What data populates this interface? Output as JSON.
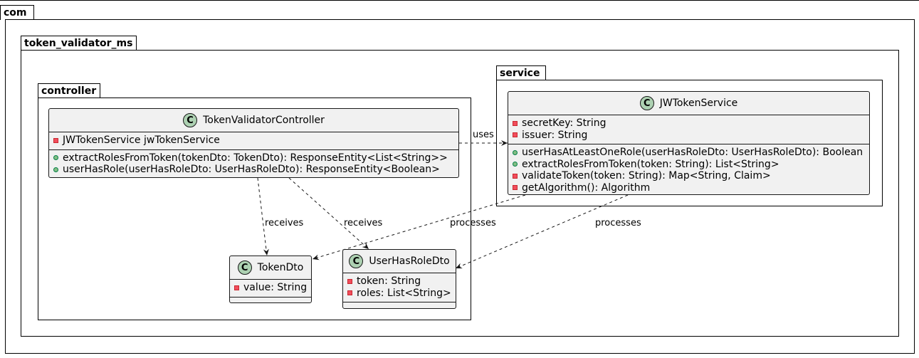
{
  "packages": {
    "com": "com",
    "token_validator_ms": "token_validator_ms",
    "controller": "controller",
    "service": "service"
  },
  "classes": {
    "controller": {
      "name": "TokenValidatorController",
      "fields": [
        {
          "vis": "private",
          "text": "JWTokenService jwTokenService"
        }
      ],
      "methods": [
        {
          "vis": "public",
          "text": "extractRolesFromToken(tokenDto: TokenDto): ResponseEntity<List<String>>"
        },
        {
          "vis": "public",
          "text": "userHasRole(userHasRoleDto: UserHasRoleDto): ResponseEntity<Boolean>"
        }
      ]
    },
    "service": {
      "name": "JWTokenService",
      "fields": [
        {
          "vis": "private",
          "text": "secretKey: String"
        },
        {
          "vis": "private",
          "text": "issuer: String"
        }
      ],
      "methods": [
        {
          "vis": "public",
          "text": "userHasAtLeastOneRole(userHasRoleDto: UserHasRoleDto): Boolean"
        },
        {
          "vis": "public",
          "text": "extractRolesFromToken(token: String): List<String>"
        },
        {
          "vis": "private",
          "text": "validateToken(token: String): Map<String, Claim>"
        },
        {
          "vis": "private",
          "text": "getAlgorithm(): Algorithm"
        }
      ]
    },
    "tokenDto": {
      "name": "TokenDto",
      "fields": [
        {
          "vis": "private",
          "text": "value: String"
        }
      ],
      "methods": []
    },
    "userHasRoleDto": {
      "name": "UserHasRoleDto",
      "fields": [
        {
          "vis": "private",
          "text": "token: String"
        },
        {
          "vis": "private",
          "text": "roles: List<String>"
        }
      ],
      "methods": []
    }
  },
  "class_icon_letter": "C",
  "edges": {
    "uses": "uses",
    "receives_token": "receives",
    "receives_role": "receives",
    "processes_token": "processes",
    "processes_role": "processes"
  },
  "colors": {
    "class_fill": "#f1f1f1",
    "class_icon": "#add1b2",
    "private_marker": "#f24d5c",
    "public_marker": "#84be84"
  }
}
